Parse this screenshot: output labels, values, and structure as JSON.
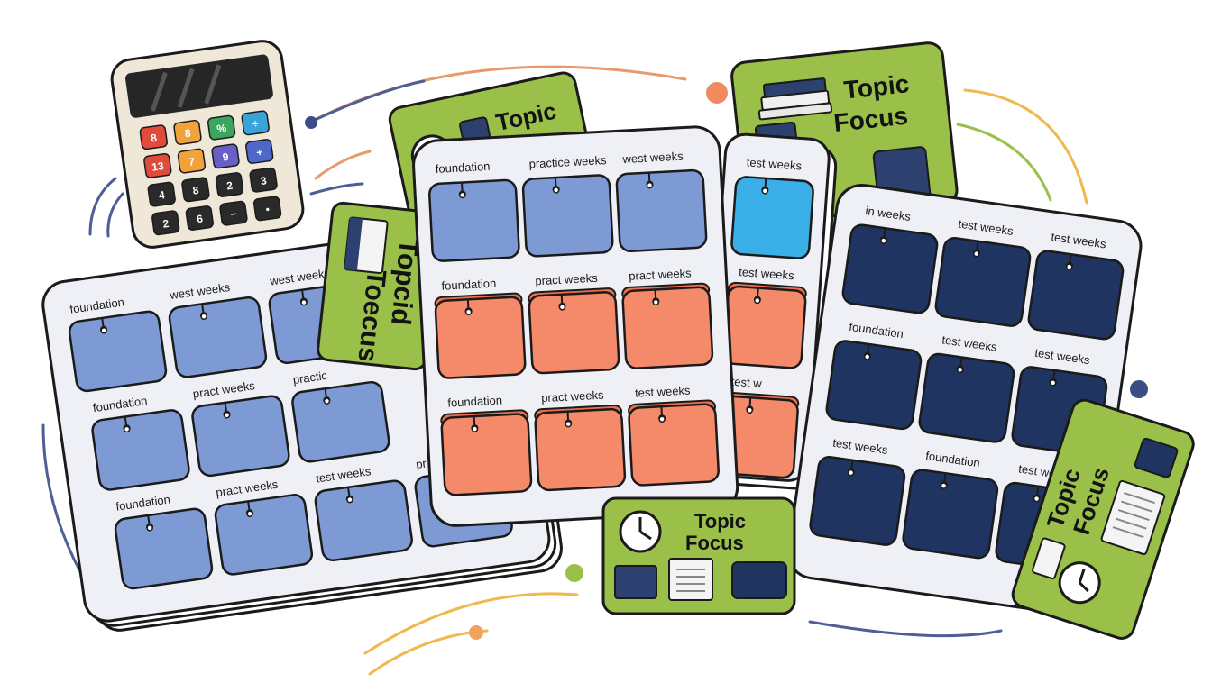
{
  "colors": {
    "blue_tab": "#7d9ad4",
    "orange_tab": "#f58a6a",
    "navy_tab": "#1f3461",
    "sky_tab": "#3aaee6",
    "green_card": "#9bc04a",
    "sheet_bg": "#eef0f6",
    "stroke": "#1b1b1b"
  },
  "calculator": {
    "keys": [
      "8",
      "8",
      "%",
      "÷",
      "13",
      "7",
      "9",
      "+",
      "4",
      "8",
      "2",
      "3",
      "2",
      "6",
      "−",
      "•"
    ]
  },
  "left_sheet": {
    "rows": [
      [
        "foundation",
        "west weeks",
        "west weeks"
      ],
      [
        "foundation",
        "pract weeks",
        "practic"
      ],
      [
        "foundation",
        "pract weeks",
        "test weeks",
        "pr"
      ]
    ]
  },
  "mid_sheet": {
    "rows": [
      [
        "foundation",
        "practice weeks",
        "west weeks"
      ],
      [
        "foundation",
        "pract weeks",
        "pract weeks"
      ],
      [
        "foundation",
        "pract weeks",
        "test weeks"
      ]
    ]
  },
  "narrow_sheet": {
    "rows": [
      "test weeks",
      "test weeks",
      "test w"
    ]
  },
  "right_sheet": {
    "rows": [
      [
        "in weeks",
        "test weeks",
        "test weeks"
      ],
      [
        "foundation",
        "test weeks",
        "test weeks"
      ],
      [
        "test weeks",
        "foundation",
        "test weeks"
      ]
    ]
  },
  "cards": {
    "top_left_title": "Topic",
    "rotated_line1": "Topcid",
    "rotated_line2": "Toecus",
    "top_right_line1": "Topic",
    "top_right_line2": "Focus",
    "bottom_line1": "Topic",
    "bottom_line2": "Focus",
    "right_line1": "Topic",
    "right_line2": "Focus"
  },
  "icons": [
    "calculator-icon",
    "clock-icon",
    "briefcase-icon",
    "book-stack-icon",
    "document-icon",
    "suitcase-icon"
  ]
}
